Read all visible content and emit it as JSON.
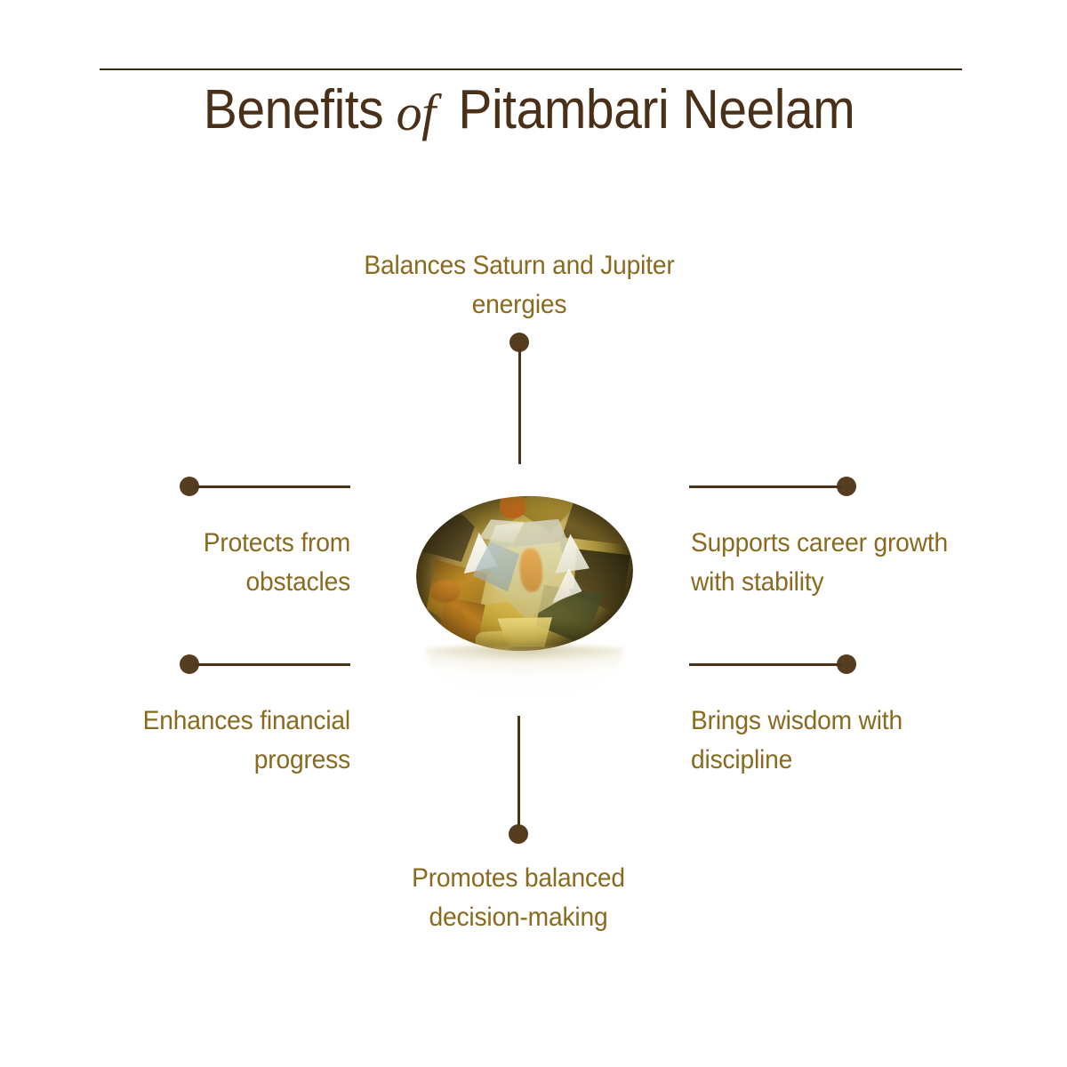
{
  "page": {
    "background_color": "#ffffff"
  },
  "header": {
    "title_part1": "Benefits",
    "title_connector": "of",
    "title_part2": "Pitambari Neelam",
    "title_full": "Benefits of Pitambari Neelam",
    "title_color": "#4a3018",
    "rule_color": "#3a2a14"
  },
  "theme": {
    "label_color": "#8a6a1e",
    "connector_color": "#4a3319",
    "dot_color": "#573d20"
  },
  "center_image": {
    "name": "pitambari-neelam-gemstone",
    "description": "Oval cut Pitambari Neelam gemstone with golden yellow and olive green facets"
  },
  "benefits": [
    {
      "id": "balances-energies",
      "position": "top-center",
      "line1": "Balances Saturn and Jupiter",
      "line2": "energies"
    },
    {
      "id": "protects-obstacles",
      "position": "left-upper",
      "line1": "Protects from",
      "line2": "obstacles"
    },
    {
      "id": "financial-progress",
      "position": "left-lower",
      "line1": "Enhances financial",
      "line2": "progress"
    },
    {
      "id": "career-growth",
      "position": "right-upper",
      "line1": "Supports career growth",
      "line2": "with stability"
    },
    {
      "id": "wisdom-discipline",
      "position": "right-lower",
      "line1": "Brings wisdom with",
      "line2": "discipline"
    },
    {
      "id": "decision-making",
      "position": "bottom-center",
      "line1": "Promotes balanced",
      "line2": "decision-making"
    }
  ]
}
